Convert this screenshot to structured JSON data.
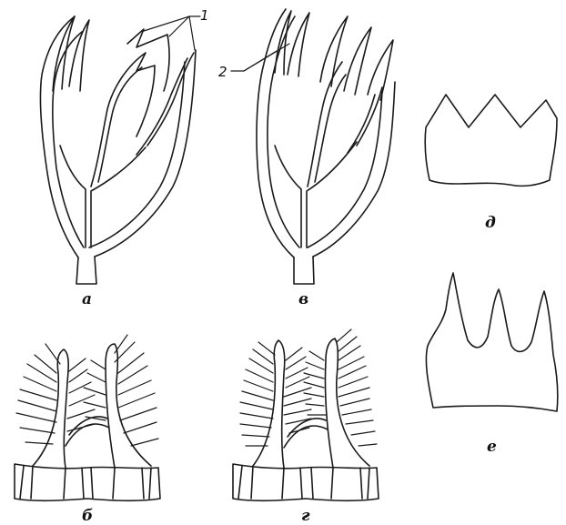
{
  "panels": [
    {
      "id": "a",
      "label": "а"
    },
    {
      "id": "v",
      "label": "в"
    },
    {
      "id": "d",
      "label": "д"
    },
    {
      "id": "b",
      "label": "б"
    },
    {
      "id": "g",
      "label": "г"
    },
    {
      "id": "e",
      "label": "е"
    }
  ],
  "callouts": [
    {
      "id": "1",
      "label": "1"
    },
    {
      "id": "2",
      "label": "2"
    }
  ],
  "colors": {
    "ink": "#1a1a1a",
    "background": "#ffffff"
  }
}
